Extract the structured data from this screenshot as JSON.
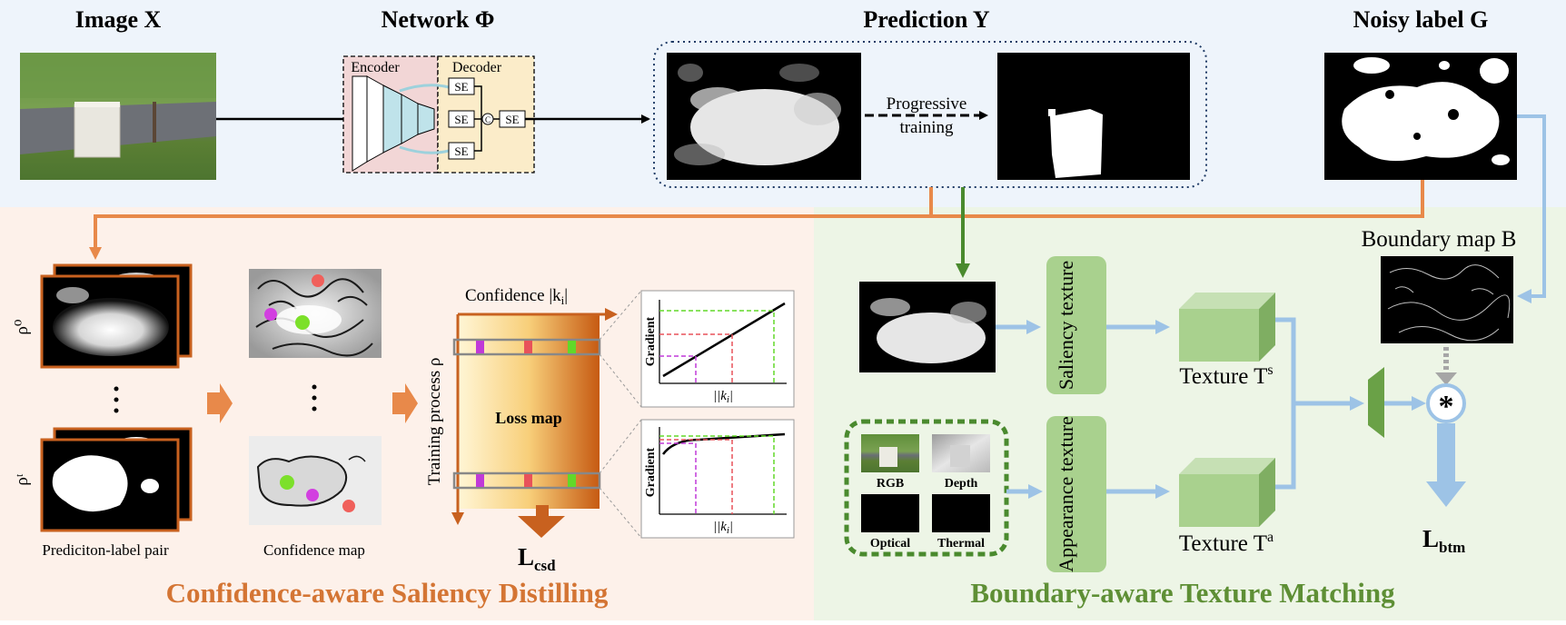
{
  "top": {
    "image_title": "Image X",
    "network_title": "Network Φ",
    "prediction_title": "Prediction Y",
    "noisy_title": "Noisy label G",
    "encoder_label": "Encoder",
    "decoder_label": "Decoder",
    "se_label": "SE",
    "concat_label": "C",
    "progressive_line1": "Progressive",
    "progressive_line2": "training"
  },
  "left": {
    "rho0": "ρ⁰",
    "rhot": "ρᵗ",
    "pair_caption": "Prediciton-label pair",
    "conf_caption": "Confidence map",
    "confidence_axis": "Confidence |k",
    "confidence_axis_sub": "i",
    "training_axis": "Training process ρ",
    "loss_map": "Loss map",
    "loss_name": "L",
    "loss_sub": "csd",
    "graph_ylabel": "Gradient",
    "graph_xlabel": "|k",
    "graph_xlabel_sub": "i",
    "section_title": "Confidence-aware Saliency Distilling"
  },
  "right": {
    "boundary_title": "Boundary map B",
    "saliency_texture": "Saliency texture",
    "appearance_texture": "Appearance texture",
    "texture_s": "Texture T",
    "texture_s_sup": "s",
    "texture_a": "Texture T",
    "texture_a_sup": "a",
    "rgb": "RGB",
    "depth": "Depth",
    "optical": "Optical",
    "thermal": "Thermal",
    "operator": "*",
    "loss_name": "L",
    "loss_sub": "btm",
    "section_title": "Boundary-aware Texture Matching"
  },
  "colors": {
    "top_bg": "#eef4fb",
    "left_bg": "#fdf1ea",
    "right_bg": "#edf5e6",
    "orange": "#e8894a",
    "dark_orange": "#c8611f",
    "green": "#4a8a2e",
    "light_blue": "#9dc3e6",
    "texture_green": "#a9d18e"
  }
}
